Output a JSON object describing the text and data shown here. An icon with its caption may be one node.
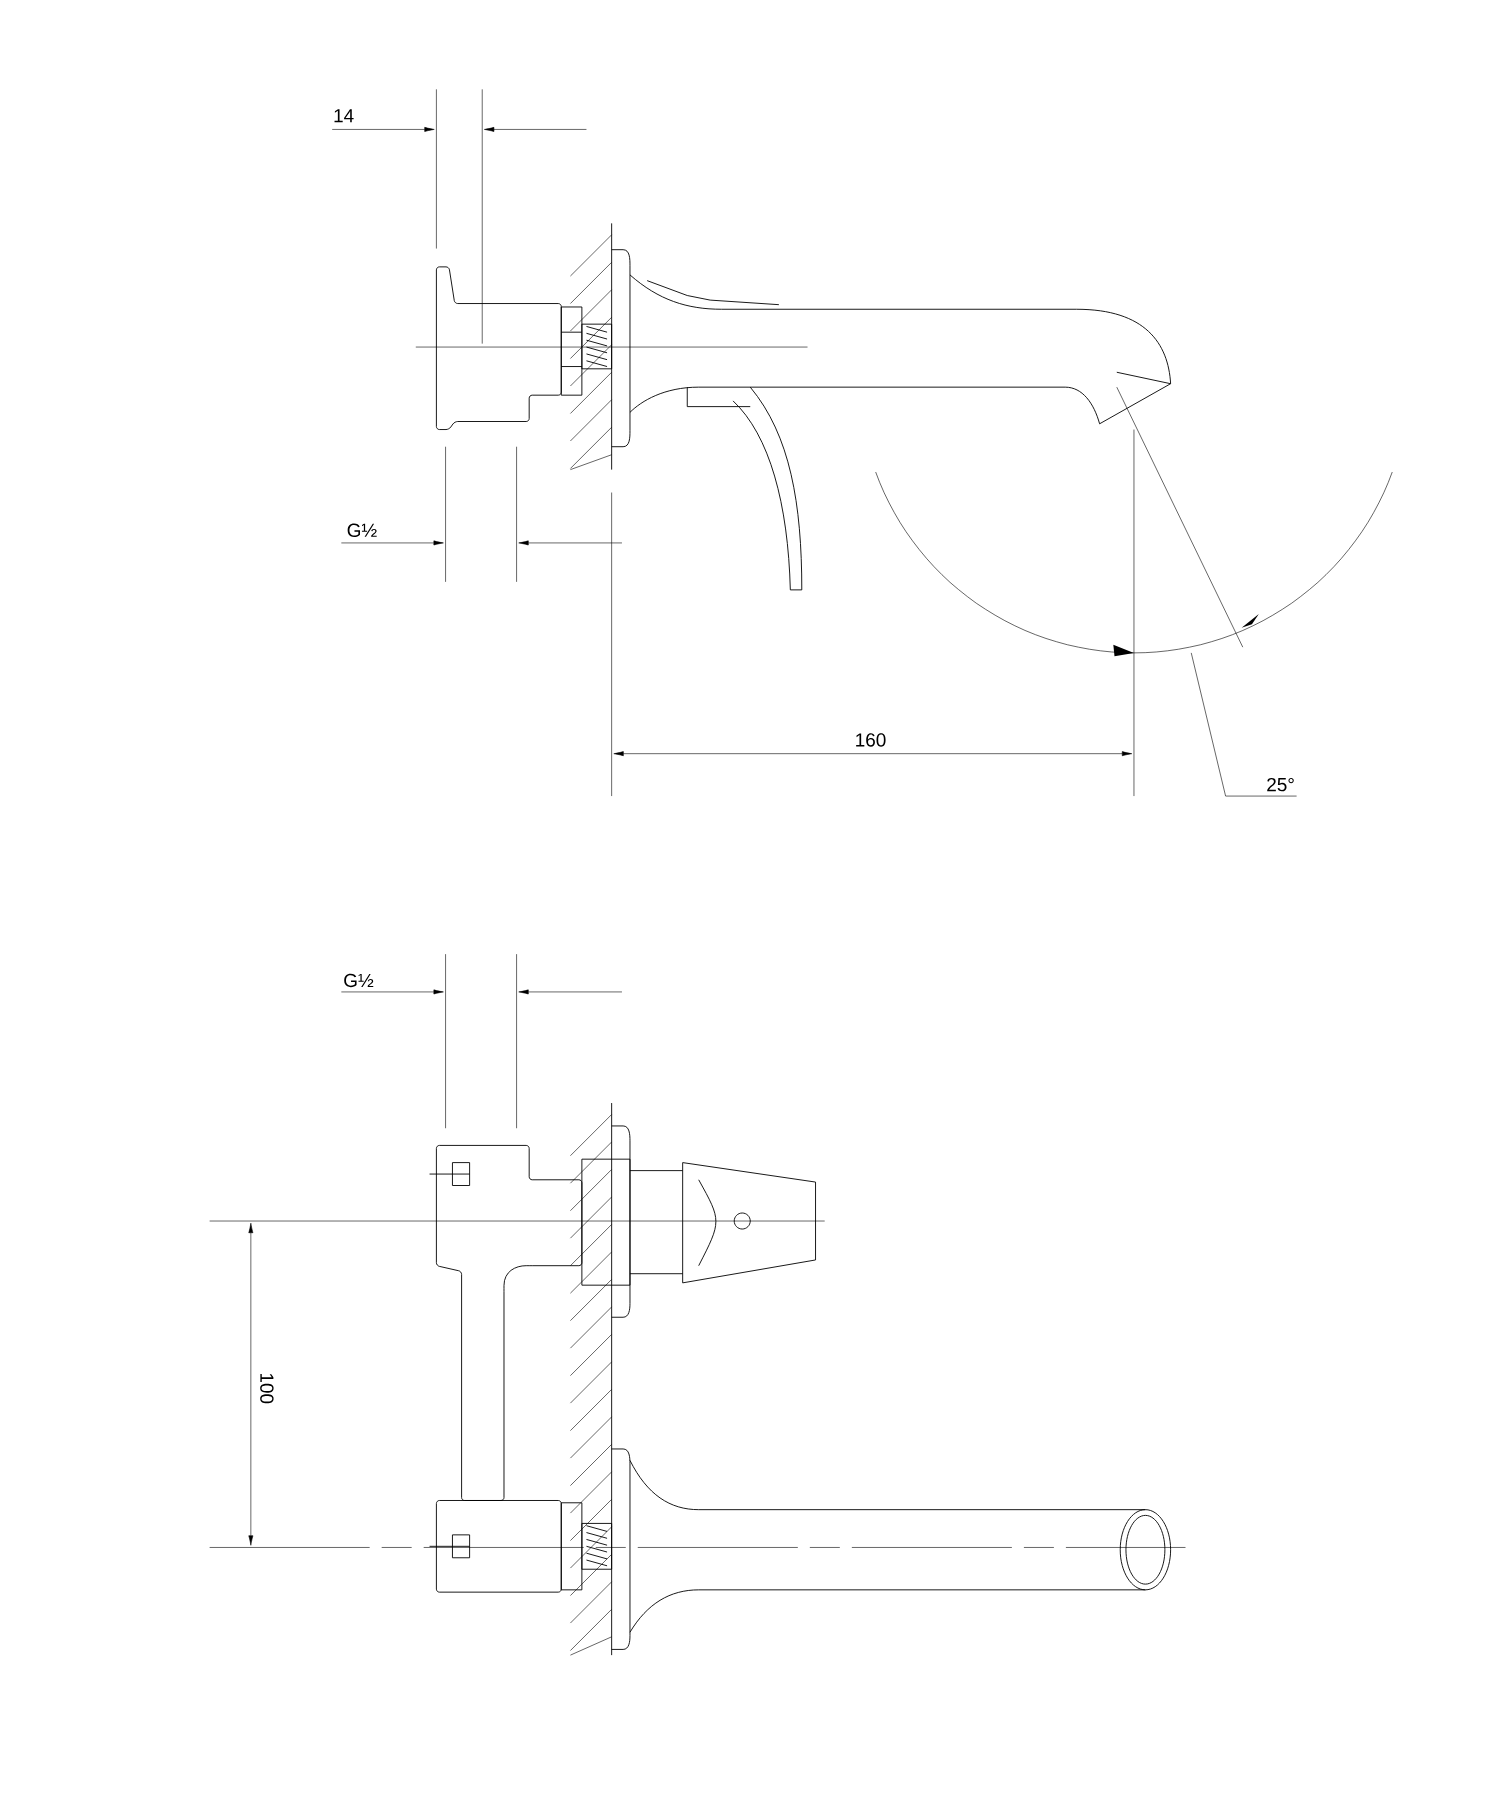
{
  "diagram": {
    "labels": [
      "14",
      "G½",
      "160",
      "25°",
      "G½",
      "100"
    ]
  }
}
